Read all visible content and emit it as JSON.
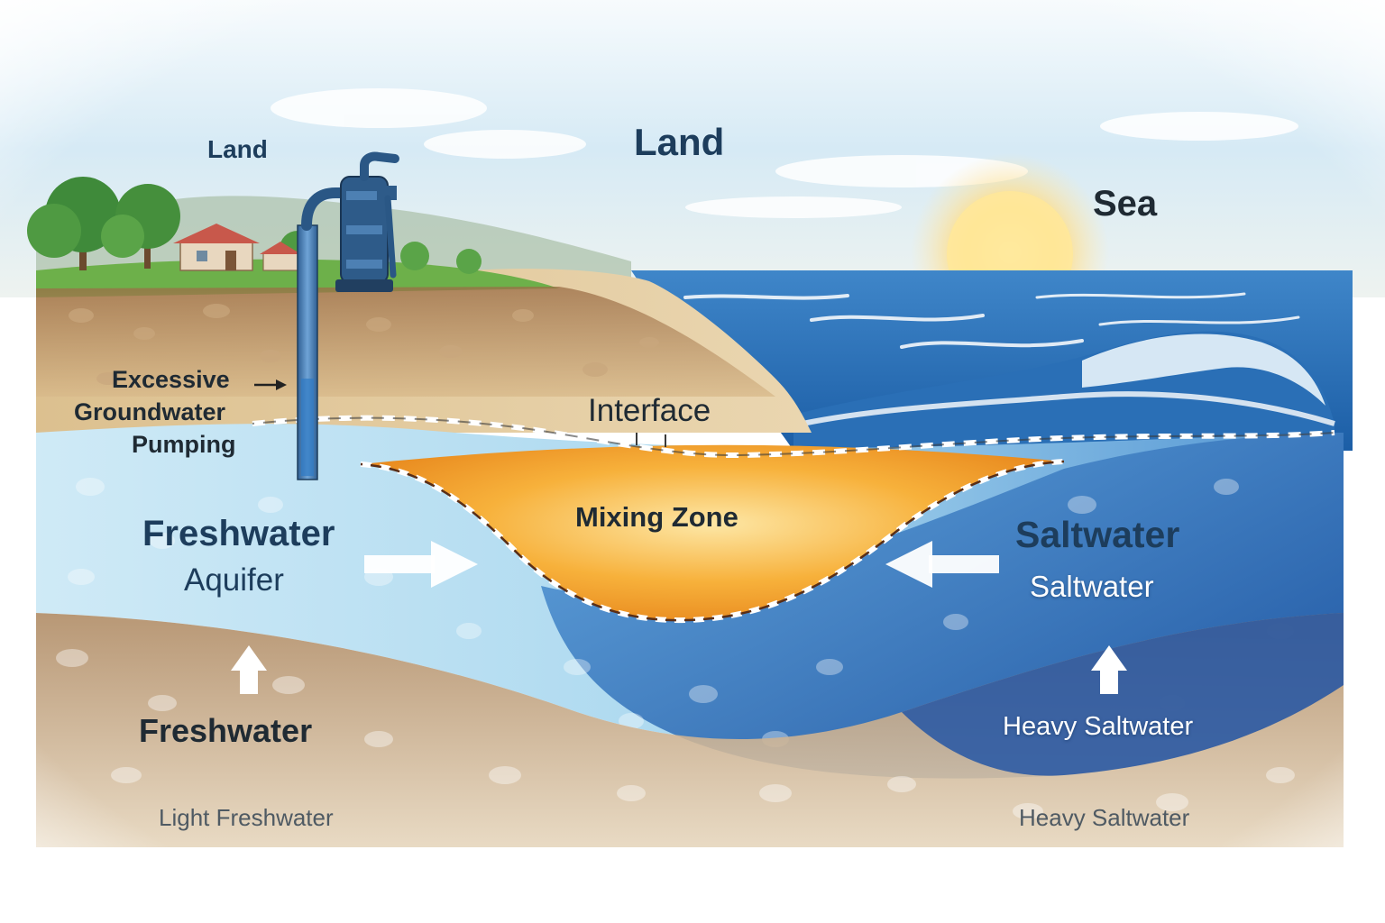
{
  "labels": {
    "land_left": "Land",
    "land_top": "Land",
    "sea": "Sea",
    "pumping_line1": "Excessive",
    "pumping_line2": "Groundwater",
    "pumping_line3": "Pumping",
    "interface": "Interface",
    "mixing_zone": "Mixing Zone",
    "freshwater_aquifer_line1": "Freshwater",
    "freshwater_aquifer_line2": "Aquifer",
    "saltwater_title": "Saltwater",
    "saltwater_sub": "Saltwater",
    "freshwater_bottom": "Freshwater",
    "heavy_saltwater_bottom": "Heavy Saltwater",
    "light_freshwater_caption": "Light Freshwater",
    "heavy_saltwater_caption": "Heavy Saltwater"
  },
  "icons": {
    "pump": "hand-pump-icon",
    "house": "house-icon",
    "sun": "sun-icon",
    "arrow_right": "arrow-right-icon",
    "arrow_left": "arrow-left-icon",
    "arrow_up": "arrow-up-icon"
  },
  "colors": {
    "sky": "#cfe6f3",
    "sea": "#1f6fb5",
    "sand": "#e2c79a",
    "soil": "#a77c54",
    "freshwater": "#bfe3f2",
    "saltwater": "#2f74c0",
    "mixing_zone": "#f2a12a",
    "grass": "#6db04a"
  }
}
